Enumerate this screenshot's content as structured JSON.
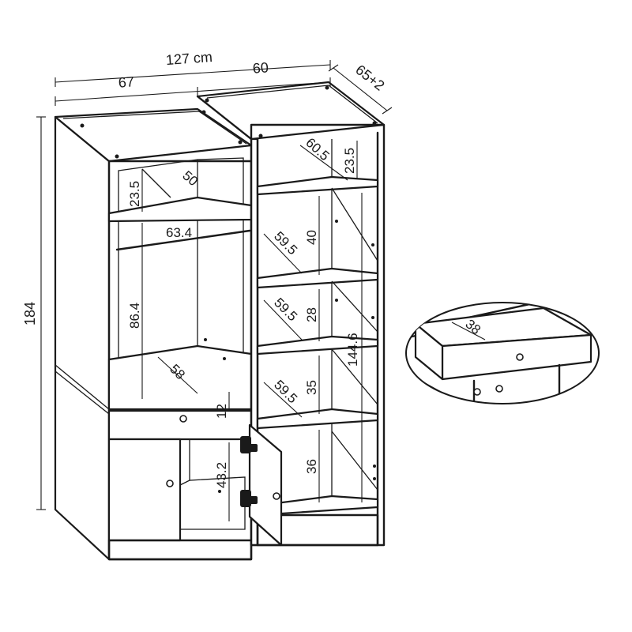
{
  "dimensions": {
    "total_width": "127 cm",
    "left_width": "67",
    "right_width": "60",
    "depth": "65+2",
    "height": "184",
    "left_top_shelf_height": "23.5",
    "left_top_shelf_depth": "50",
    "left_hanging_width": "63.4",
    "left_hanging_height": "86.4",
    "left_bottom_depth": "58",
    "drawer_height": "12",
    "cabinet_height": "43.2",
    "right_top_depth": "60.5",
    "right_top_shelf_height": "23.5",
    "right_shelf1_depth": "59.5",
    "right_shelf1_height": "40",
    "right_shelf2_depth": "59.5",
    "right_shelf2_height": "28",
    "right_total_height": "144.6",
    "right_shelf3_depth": "59.5",
    "right_shelf3_height": "35",
    "right_bottom_height": "36",
    "drawer_detail_depth": "38"
  }
}
